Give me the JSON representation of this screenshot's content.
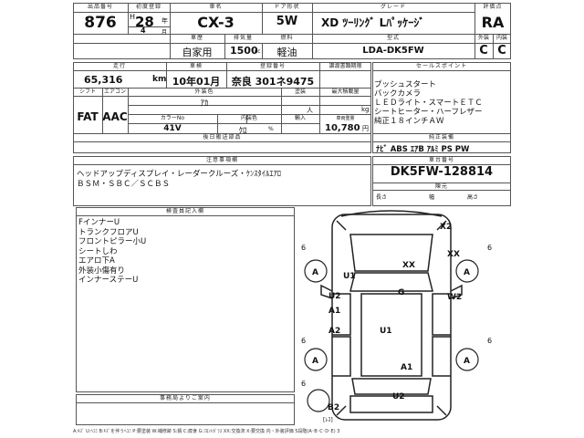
{
  "header": {
    "labels": {
      "lot_no": "出品番号",
      "first_reg": "初度登録",
      "model": "車名",
      "door": "ドア形状",
      "grade": "グレード",
      "score": "評価点",
      "usage": "車歴",
      "displacement": "排気量",
      "fuel": "燃料",
      "type": "型式",
      "ext": "外装",
      "int": "内装"
    },
    "lot_no": "876",
    "era": "H",
    "year": "28",
    "year_unit": "年",
    "month": "4",
    "month_unit": "月",
    "model": "CX-3",
    "door": "5W",
    "grade": "XD ﾂｰﾘﾝｸﾞ Lﾊﾟｯｹｰｼﾞ",
    "score": "RA",
    "usage": "自家用",
    "displacement": "1500",
    "displacement_unit": "cc",
    "fuel": "軽油",
    "type": "LDA-DK5FW",
    "ext_grade": "C",
    "int_grade": "C"
  },
  "specs": {
    "labels": {
      "mileage": "走行",
      "inspection": "車検",
      "reg_no": "登録番号",
      "transfer": "譲渡書類期限",
      "shift": "シフト",
      "ac": "エアコン",
      "exterior_color": "外装色",
      "original": "塗装",
      "capacity": "最大積載量",
      "color_no": "カラーNo",
      "interior_color": "内装色",
      "import": "輸入",
      "weight": "車両重量",
      "persons": "人",
      "kg": "kg",
      "rear_equipment": "後日搬送部品",
      "selling_points": "セールスポイント",
      "genuine": "純正装備",
      "notes": "注意事項欄",
      "chassis": "車台番号",
      "recycle": "陳元",
      "length": "長さ",
      "width": "幅",
      "height": "高さ",
      "inspector": "検査員記入欄",
      "office": "事務局よりご案内"
    },
    "mileage": "65,316",
    "mileage_unit": "km",
    "inspection": "10年01月",
    "reg_no": "奈良 301ネ9475",
    "shift": "FAT",
    "ac": "AAC",
    "exterior_color": "ｱｶ",
    "color_no": "41V",
    "interior_color": "ｸﾛ",
    "capacity_unit": "kg",
    "weight": "10,780",
    "weight_unit": "円",
    "percent_unit": "%"
  },
  "selling_points": [
    "プッシュスタート",
    "バックカメラ",
    "ＬＥＤライト・スマートＥＴＣ",
    "シートヒーター・ハーフレザー",
    "純正１８インチＡＷ"
  ],
  "genuine": "ﾅﾋﾞ ABS ｴｱB ｱﾙﾐ PS PW",
  "notes": [
    "ヘッドアップディスプレイ・レーダークルーズ・ｹﾝｽﾀｲﾙｴｱﾛ",
    "ＢＳＭ・ＳＢＣ／ＳＣＢＳ"
  ],
  "chassis_no": "DK5FW-128814",
  "inspector_notes": [
    "FインナーU",
    "トランクフロアU",
    "フロントピラー小U",
    "シートしわ",
    "エアロ下A",
    "外装小傷有り",
    "インナーステーU"
  ],
  "diagram": {
    "marks": {
      "x2": "X2",
      "xx_right": "XX",
      "xx_center": "XX",
      "a_left_front": "A",
      "a_right_front": "A",
      "u1_top": "U1",
      "g": "G",
      "u2": "U2",
      "a1_left": "A1",
      "w2": "W2",
      "a2": "A2",
      "u1_center": "U1",
      "a_left_rear": "A",
      "a_right_rear": "A",
      "a1_bottom": "A1",
      "u2_bottom": "U2",
      "b2": "B2",
      "reizu": "[ﾚｽ]",
      "tire_lf": "6",
      "tire_rf": "6",
      "tire_lr": "6",
      "tire_rr": "6",
      "tire_spare": "6"
    }
  },
  "legend": "A:ｷｽﾞ U:ﾍｺﾐ B:ｷｽﾞを伴うﾍｺﾐ P:要塗装 W:補修跡 S:錆 C:腐食 G:ﾌﾛﾝﾄｶﾞﾗｽ XX:交換済 X:要交換 内・外装評価 5段階(A･B･C･D･E) 3"
}
